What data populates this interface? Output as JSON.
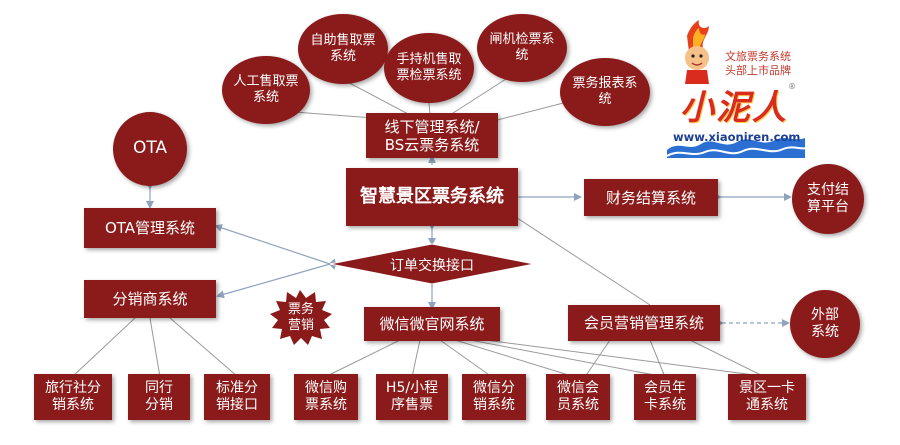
{
  "nodes": {
    "manual_ticket": "人工售取票\n系统",
    "self_service": "自助售取票\n系统",
    "handheld": "手持机售取\n票检票系统",
    "gate": "闸机检票系\n统",
    "report": "票务报表系\n统",
    "offline": "线下管理系统/\nBS云票务系统",
    "ota": "OTA",
    "ota_mgmt": "OTA管理系统",
    "core": "智慧景区票务系统",
    "finance": "财务结算系统",
    "payment": "支付结\n算平台",
    "order_exchange": "订单交换接口",
    "distributor": "分销商系统",
    "ticket_marketing": "票务\n营销",
    "wechat_site": "微信微官网系统",
    "member_marketing": "会员营销管理系统",
    "external": "外部\n系统",
    "travel_agency": "旅行社分\n销系统",
    "peer": "同行\n分销",
    "standard_api": "标准分\n销接口",
    "wechat_buy": "微信购\n票系统",
    "h5": "H5/小程\n序售票",
    "wechat_dist": "微信分\n销系统",
    "wechat_member": "微信会\n员系统",
    "annual_card": "会员年\n卡系统",
    "onecard": "景区一卡\n通系统"
  },
  "logo": {
    "tagline": "文旅票务系统\n头部上市品牌",
    "name": "小泥人",
    "url": "www.xiaoniren.com",
    "reg": "®"
  },
  "colors": {
    "node": "#8b1a1a",
    "line": "#9a9a9a",
    "text": "#ffffff"
  }
}
